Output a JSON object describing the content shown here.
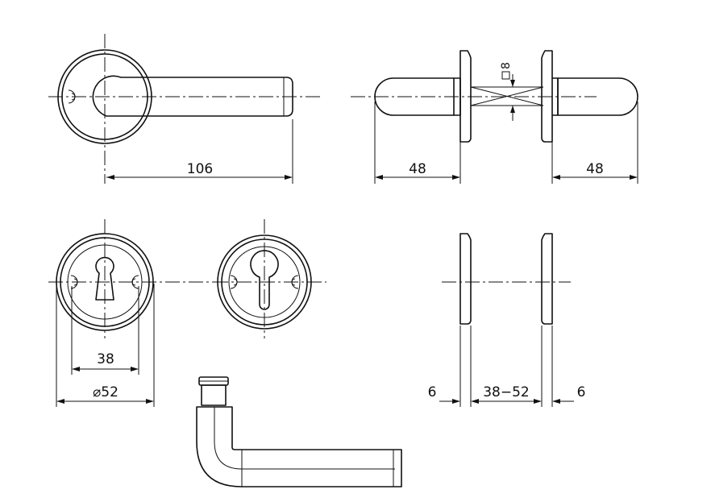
{
  "dimensions": {
    "lever_length": "106",
    "knob_length_left": "48",
    "knob_length_right": "48",
    "square_spindle": "8",
    "hole_spacing": "38",
    "rose_diameter": "⌀52",
    "rose_thickness_left": "6",
    "door_thickness": "38−52",
    "rose_thickness_right": "6"
  },
  "colors": {
    "line": "#111111",
    "background": "#ffffff"
  }
}
